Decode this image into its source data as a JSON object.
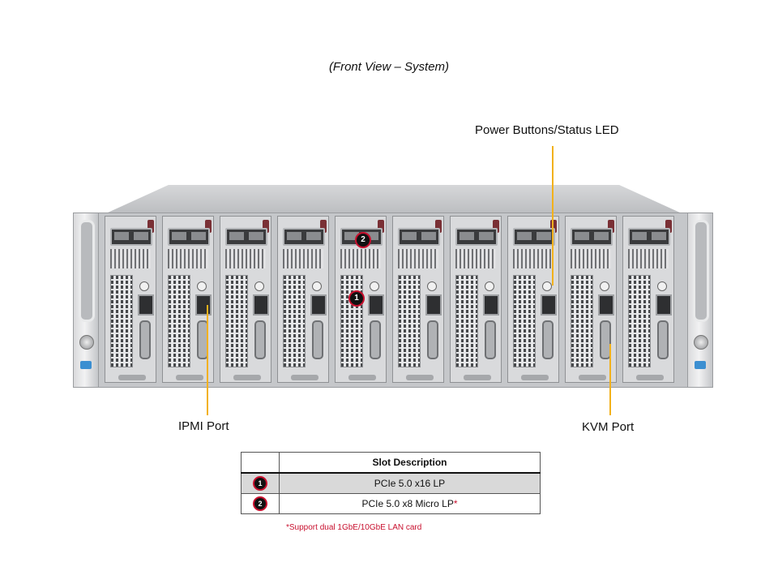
{
  "caption": "(Front View – System)",
  "callouts": {
    "power": "Power Buttons/Status LED",
    "ipmi": "IPMI Port",
    "kvm": "KVM Port"
  },
  "badges": {
    "one": "1",
    "two": "2"
  },
  "table": {
    "header": "Slot Description",
    "rows": [
      {
        "num": "1",
        "desc": "PCIe 5.0 x16 LP",
        "mark": ""
      },
      {
        "num": "2",
        "desc": "PCIe 5.0 x8 Micro LP",
        "mark": "*"
      }
    ]
  },
  "footnote": "*Support dual 1GbE/10GbE LAN card",
  "colors": {
    "leader": "#f2b11b",
    "accent_red": "#c8102e"
  }
}
